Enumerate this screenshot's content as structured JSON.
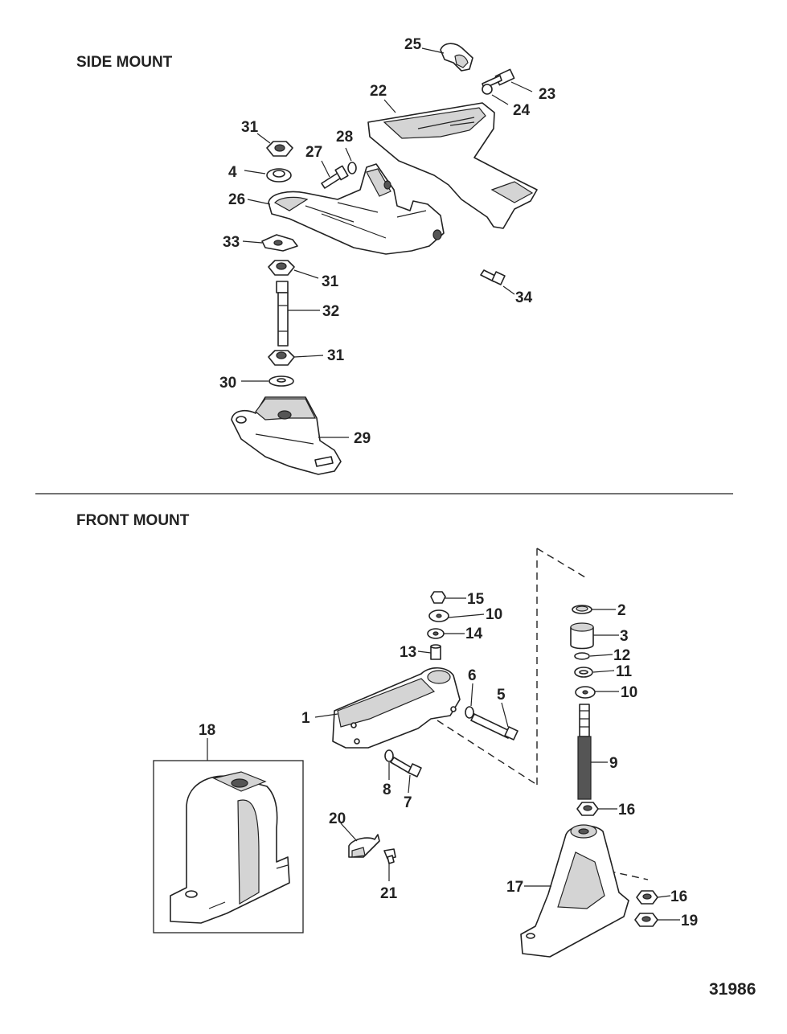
{
  "sections": {
    "side_mount": "SIDE MOUNT",
    "front_mount": "FRONT MOUNT"
  },
  "figure_number": "31986",
  "callouts": {
    "side": [
      "25",
      "22",
      "23",
      "24",
      "31",
      "28",
      "27",
      "4",
      "26",
      "33",
      "31",
      "32",
      "31",
      "30",
      "29",
      "34"
    ],
    "front": [
      "15",
      "10",
      "14",
      "13",
      "6",
      "5",
      "1",
      "18",
      "8",
      "7",
      "20",
      "21",
      "2",
      "3",
      "12",
      "11",
      "10",
      "9",
      "16",
      "17",
      "16",
      "19"
    ]
  }
}
